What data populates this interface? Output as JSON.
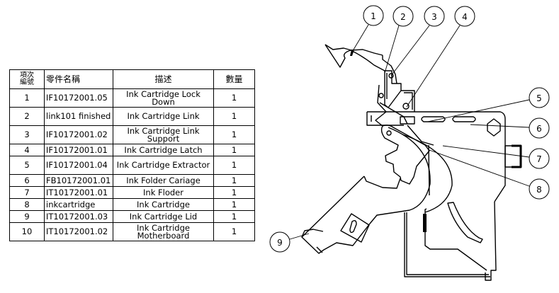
{
  "bom_table": {
    "headers": {
      "item_no": "項次編號",
      "item_no_line1": "項次",
      "item_no_line2": "編號",
      "part_name": "零件名稱",
      "description": "描述",
      "quantity": "數量"
    },
    "rows": [
      {
        "no": "1",
        "part": "IF10172001.05",
        "desc": "Ink Cartridge Lock Down",
        "qty": "1"
      },
      {
        "no": "2",
        "part": "link101 finished",
        "desc": "Ink Cartridge Link",
        "qty": "1"
      },
      {
        "no": "3",
        "part": "IF10172001.02",
        "desc": "Ink Cartridge Link Support",
        "qty": "1"
      },
      {
        "no": "4",
        "part": "IF10172001.01",
        "desc": "Ink Cartridge Latch",
        "qty": "1"
      },
      {
        "no": "5",
        "part": "IF10172001.04",
        "desc": "Ink Cartridge Extractor",
        "qty": "1"
      },
      {
        "no": "6",
        "part": "FB10172001.01",
        "desc": "Ink Folder Cariage",
        "qty": "1"
      },
      {
        "no": "7",
        "part": "IT10172001.01",
        "desc": "Ink Floder",
        "qty": "1"
      },
      {
        "no": "8",
        "part": "inkcartridge",
        "desc": "Ink Cartridge",
        "qty": "1"
      },
      {
        "no": "9",
        "part": "IT10172001.03",
        "desc": "Ink Cartridge Lid",
        "qty": "1"
      },
      {
        "no": "10",
        "part": "IT10172001.02",
        "desc": "Ink Cartridge Motherboard",
        "qty": "1"
      }
    ]
  },
  "balloons": [
    "1",
    "2",
    "3",
    "4",
    "5",
    "6",
    "7",
    "8",
    "9"
  ]
}
